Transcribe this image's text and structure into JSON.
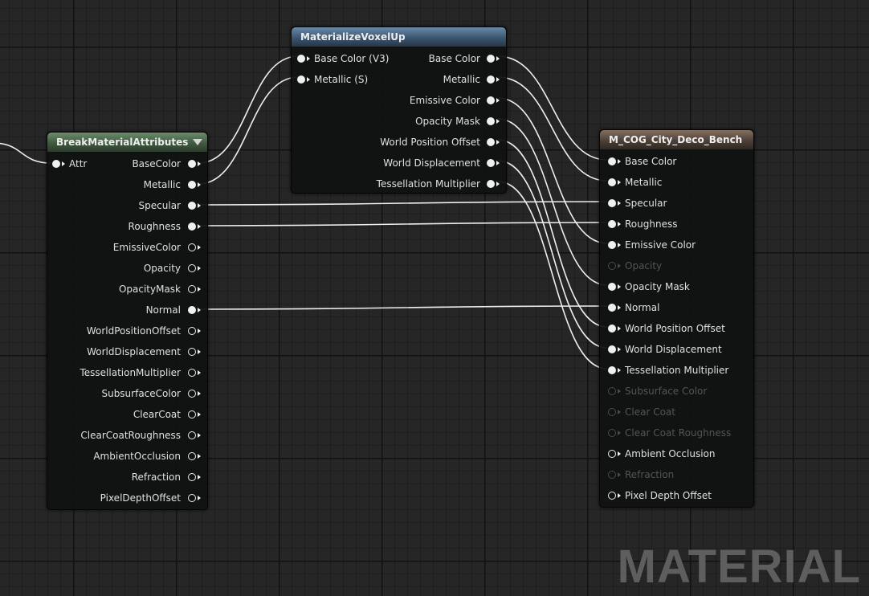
{
  "nodes": {
    "break": {
      "title": "BreakMaterialAttributes",
      "input_label": "Attr",
      "outputs": [
        {
          "label": "BaseColor",
          "connected": true
        },
        {
          "label": "Metallic",
          "connected": true
        },
        {
          "label": "Specular",
          "connected": true
        },
        {
          "label": "Roughness",
          "connected": true
        },
        {
          "label": "EmissiveColor",
          "connected": false
        },
        {
          "label": "Opacity",
          "connected": false
        },
        {
          "label": "OpacityMask",
          "connected": false
        },
        {
          "label": "Normal",
          "connected": true
        },
        {
          "label": "WorldPositionOffset",
          "connected": false
        },
        {
          "label": "WorldDisplacement",
          "connected": false
        },
        {
          "label": "TessellationMultiplier",
          "connected": false
        },
        {
          "label": "SubsurfaceColor",
          "connected": false
        },
        {
          "label": "ClearCoat",
          "connected": false
        },
        {
          "label": "ClearCoatRoughness",
          "connected": false
        },
        {
          "label": "AmbientOcclusion",
          "connected": false
        },
        {
          "label": "Refraction",
          "connected": false
        },
        {
          "label": "PixelDepthOffset",
          "connected": false
        }
      ]
    },
    "voxel": {
      "title": "MaterializeVoxelUp",
      "inputs": [
        "Base Color (V3)",
        "Metallic (S)"
      ],
      "outputs": [
        "Base Color",
        "Metallic",
        "Emissive Color",
        "Opacity Mask",
        "World Position Offset",
        "World Displacement",
        "Tessellation Multiplier"
      ]
    },
    "material": {
      "title": "M_COG_City_Deco_Bench",
      "inputs": [
        {
          "label": "Base Color",
          "state": "connected"
        },
        {
          "label": "Metallic",
          "state": "connected"
        },
        {
          "label": "Specular",
          "state": "connected"
        },
        {
          "label": "Roughness",
          "state": "connected"
        },
        {
          "label": "Emissive Color",
          "state": "connected"
        },
        {
          "label": "Opacity",
          "state": "disabled"
        },
        {
          "label": "Opacity Mask",
          "state": "connected"
        },
        {
          "label": "Normal",
          "state": "connected"
        },
        {
          "label": "World Position Offset",
          "state": "connected"
        },
        {
          "label": "World Displacement",
          "state": "connected"
        },
        {
          "label": "Tessellation Multiplier",
          "state": "connected"
        },
        {
          "label": "Subsurface Color",
          "state": "disabled"
        },
        {
          "label": "Clear Coat",
          "state": "disabled"
        },
        {
          "label": "Clear Coat Roughness",
          "state": "disabled"
        },
        {
          "label": "Ambient Occlusion",
          "state": "open"
        },
        {
          "label": "Refraction",
          "state": "disabled"
        },
        {
          "label": "Pixel Depth Offset",
          "state": "open"
        }
      ]
    }
  },
  "watermark": "MATERIAL"
}
